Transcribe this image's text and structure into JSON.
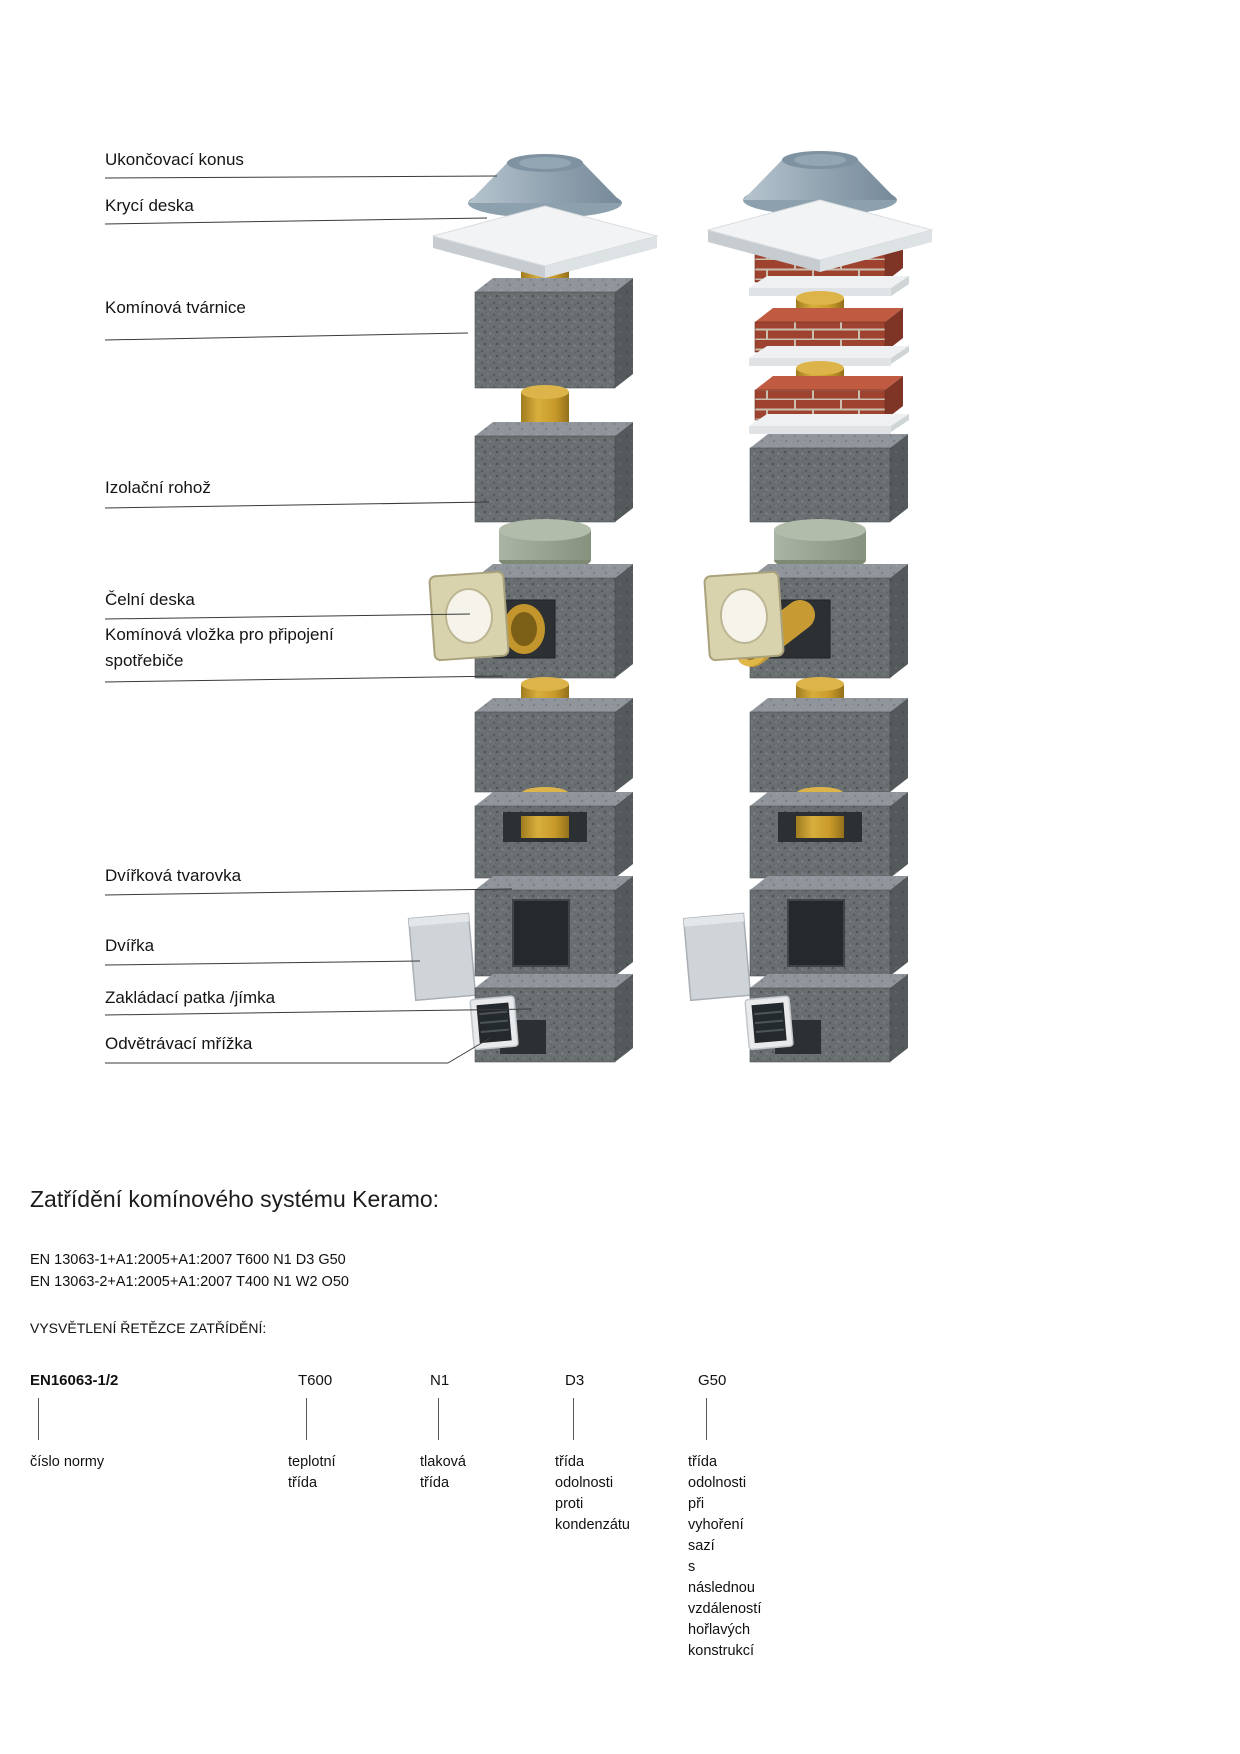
{
  "diagram": {
    "labels": [
      {
        "text": "Ukončovací konus"
      },
      {
        "text": "Krycí deska"
      },
      {
        "text": "Komínová tvárnice"
      },
      {
        "text": "Izolační rohož"
      },
      {
        "text": "Čelní deska"
      },
      {
        "text": "Komínová vložka pro připojení spotřebiče"
      },
      {
        "text": "Dvířková tvarovka"
      },
      {
        "text": "Dvířka"
      },
      {
        "text": "Zakládací patka /jímka"
      },
      {
        "text": "Odvětrávací mřížka"
      }
    ]
  },
  "classification": {
    "title": "Zatřídění komínového systému Keramo:",
    "standards": [
      "EN 13063-1+A1:2005+A1:2007 T600 N1 D3 G50",
      "EN 13063-2+A1:2005+A1:2007 T400 N1 W2 O50"
    ],
    "explanation_heading": "VYSVĚTLENÍ ŘETĚZCE ZATŘÍDĚNÍ:",
    "chain": [
      {
        "code": "EN16063-1/2",
        "meaning": "číslo normy"
      },
      {
        "code": "T600",
        "meaning": "teplotní třída"
      },
      {
        "code": "N1",
        "meaning": "tlaková třída"
      },
      {
        "code": "D3",
        "meaning": "třída odolnosti\nproti kondenzátu"
      },
      {
        "code": "G50",
        "meaning": "třída odolnosti při vyhoření sazí\ns následnou vzdáleností hořlavých konstrukcí"
      }
    ]
  },
  "colors": {
    "concrete": "#696e71",
    "ceramic_liner": "#c79a33",
    "cone": "#93a5b2",
    "brick": "#9d4330",
    "cover_plate": "#f1f3f4",
    "front_plate": "#d9d3ad",
    "leader_line": "#3a3a3a"
  }
}
